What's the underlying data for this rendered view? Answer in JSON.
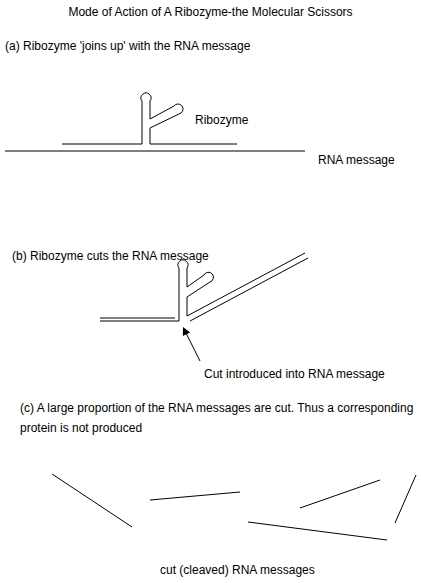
{
  "diagram": {
    "title": "Mode of Action of A Ribozyme-the Molecular Scissors",
    "labels": [
      "(a) Ribozyme 'joins up' with the RNA message",
      "Ribozyme",
      "RNA message",
      "(b) Ribozyme cuts the RNA message",
      "Cut introduced into RNA message",
      "(c) A large proportion of the RNA messages are cut. Thus a corresponding protein is not produced",
      "cut (cleaved) RNA messages"
    ]
  }
}
